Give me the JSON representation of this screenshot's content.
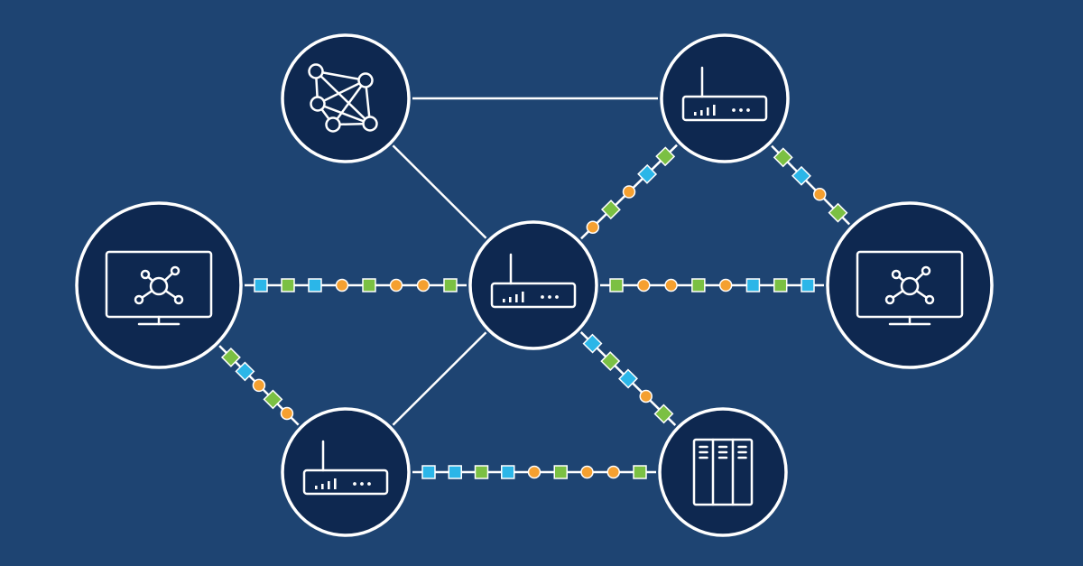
{
  "colors": {
    "background": "#1e4472",
    "node_fill": "#0e2850",
    "stroke": "#ffffff",
    "packet_blue": "#2bb6e8",
    "packet_green": "#7bc043",
    "packet_orange": "#f5a030"
  },
  "nodes": [
    {
      "id": "mesh",
      "icon": "mesh-network-icon"
    },
    {
      "id": "router-top-right",
      "icon": "router-icon"
    },
    {
      "id": "monitor-left",
      "icon": "monitor-hub-icon"
    },
    {
      "id": "router-center",
      "icon": "router-icon"
    },
    {
      "id": "monitor-right",
      "icon": "monitor-hub-icon"
    },
    {
      "id": "router-bottom-left",
      "icon": "router-icon"
    },
    {
      "id": "server-bottom-right",
      "icon": "server-rack-icon"
    }
  ],
  "links": [
    {
      "from": "mesh",
      "to": "router-top-right",
      "style": "solid"
    },
    {
      "from": "mesh",
      "to": "router-center",
      "style": "solid"
    },
    {
      "from": "router-center",
      "to": "router-bottom-left",
      "style": "solid"
    },
    {
      "from": "monitor-left",
      "to": "router-center",
      "style": "packets",
      "packets": [
        "blue",
        "green",
        "blue",
        "orange",
        "green",
        "orange",
        "orange",
        "green"
      ]
    },
    {
      "from": "router-center",
      "to": "monitor-right",
      "style": "packets",
      "packets": [
        "green",
        "orange",
        "orange",
        "green",
        "orange",
        "blue",
        "green",
        "blue"
      ]
    },
    {
      "from": "router-center",
      "to": "router-top-right",
      "style": "packets",
      "packets": [
        "orange",
        "green",
        "orange",
        "blue",
        "green"
      ]
    },
    {
      "from": "router-top-right",
      "to": "monitor-right",
      "style": "packets",
      "packets": [
        "green",
        "blue",
        "orange",
        "green"
      ]
    },
    {
      "from": "monitor-left",
      "to": "router-bottom-left",
      "style": "packets",
      "packets": [
        "green",
        "blue",
        "orange",
        "green",
        "orange"
      ]
    },
    {
      "from": "router-center",
      "to": "server-bottom-right",
      "style": "packets",
      "packets": [
        "blue",
        "green",
        "blue",
        "orange",
        "green"
      ]
    },
    {
      "from": "router-bottom-left",
      "to": "server-bottom-right",
      "style": "packets",
      "packets": [
        "blue",
        "blue",
        "green",
        "blue",
        "orange",
        "green",
        "orange",
        "orange",
        "green"
      ]
    }
  ]
}
